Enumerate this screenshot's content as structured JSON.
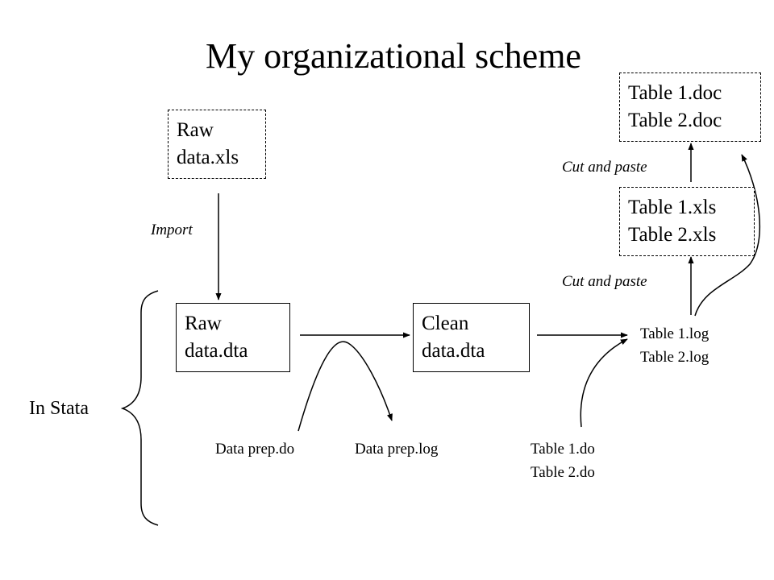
{
  "title": "My organizational scheme",
  "boxes": {
    "raw_xls": [
      "Raw",
      "data.xls"
    ],
    "raw_dta": [
      "Raw",
      "data.dta"
    ],
    "clean_dta": [
      "Clean",
      "data.dta"
    ],
    "tables_xls": [
      "Table 1.xls",
      "Table 2.xls"
    ],
    "tables_doc": [
      "Table 1.doc",
      "Table 2.doc"
    ]
  },
  "files": {
    "tables_log": [
      "Table 1.log",
      "Table 2.log"
    ],
    "data_prep_do": "Data prep.do",
    "data_prep_log": "Data prep.log",
    "tables_do": [
      "Table 1.do",
      "Table 2.do"
    ]
  },
  "labels": {
    "import": "Import",
    "cut_paste_upper": "Cut and paste",
    "cut_paste_lower": "Cut and paste",
    "in_stata": "In Stata"
  }
}
